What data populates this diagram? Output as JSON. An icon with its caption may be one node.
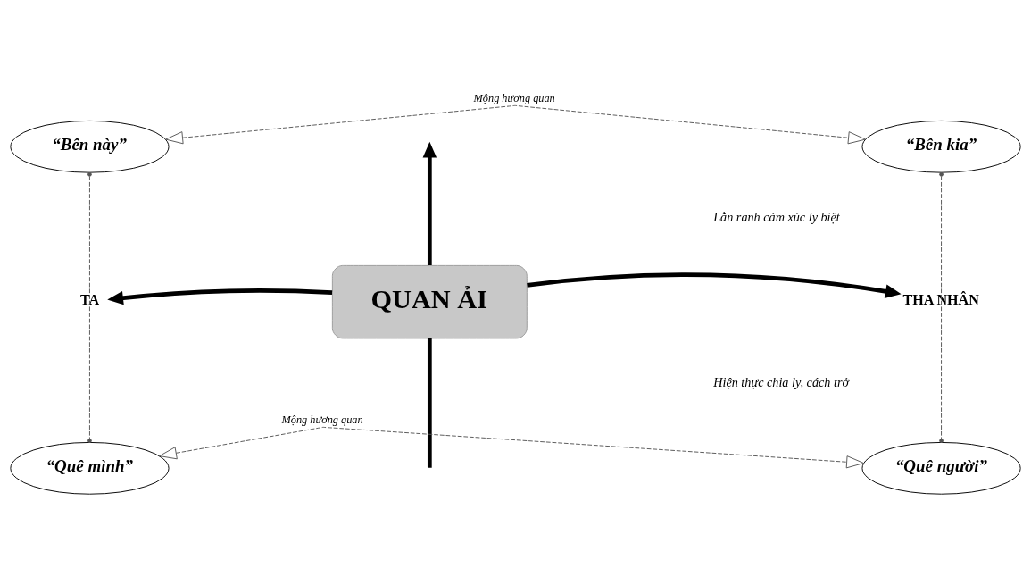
{
  "diagram": {
    "nodes": [
      {
        "text": [
          "“Bên này”"
        ]
      },
      {
        "text": [
          "“Bên kia”"
        ]
      },
      {
        "text": [
          "QUAN ẢI"
        ]
      },
      {
        "text": [
          "TA"
        ]
      },
      {
        "text": [
          "THA NHÂN"
        ]
      },
      {
        "text": [
          "“Quê mình”"
        ]
      },
      {
        "text": [
          "“Quê người”"
        ]
      }
    ],
    "edges": [
      {
        "from": 0,
        "to": 1,
        "arrow": "both",
        "label": "Mộng hương quan",
        "style": "dashed"
      },
      {
        "from": 2,
        "to": null,
        "arrow": "none",
        "style": "thick"
      },
      {
        "from": 2,
        "to": 3,
        "arrow": "to",
        "style": "thick"
      },
      {
        "from": 2,
        "to": 4,
        "arrow": "to",
        "style": "thick"
      },
      {
        "from": 2,
        "to": null,
        "arrow": "to",
        "style": "thick"
      },
      {
        "from": 0,
        "to": 5,
        "arrow": "other",
        "style": "dashed"
      },
      {
        "from": 1,
        "to": 6,
        "arrow": "other",
        "style": "dashed"
      },
      {
        "from": 5,
        "to": 6,
        "arrow": "both",
        "label": "Mộng hương quan",
        "style": "dashed"
      }
    ],
    "labels": [
      "Lằn ranh cảm xúc ly biệt",
      "Hiện thực chia ly, cách trở"
    ]
  }
}
